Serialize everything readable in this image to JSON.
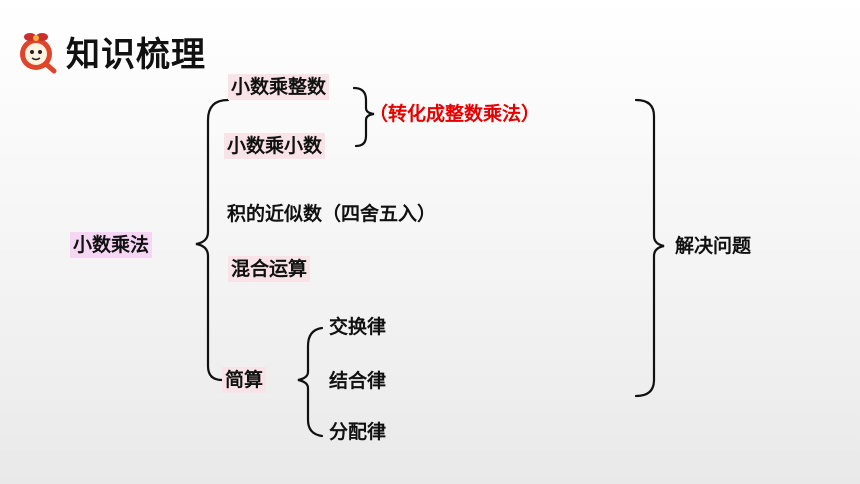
{
  "header": {
    "title": "知识梳理"
  },
  "diagram": {
    "root": "小数乘法",
    "branches": {
      "decimal_times_integer": "小数乘整数",
      "decimal_times_decimal": "小数乘小数",
      "conversion_note": "（转化成整数乘法）",
      "approximate_product": "积的近似数（四舍五入）",
      "mixed_operations": "混合运算",
      "simplification": "简算"
    },
    "laws": [
      "交换律",
      "结合律",
      "分配律"
    ],
    "outcome": "解决问题"
  },
  "colors": {
    "highlight_pink": "#f8e3e8",
    "highlight_violet": "#f5d6f3",
    "note_red": "#e60000",
    "logo_red": "#e0452b"
  },
  "icons": {
    "logo": "q-mascot-icon"
  }
}
